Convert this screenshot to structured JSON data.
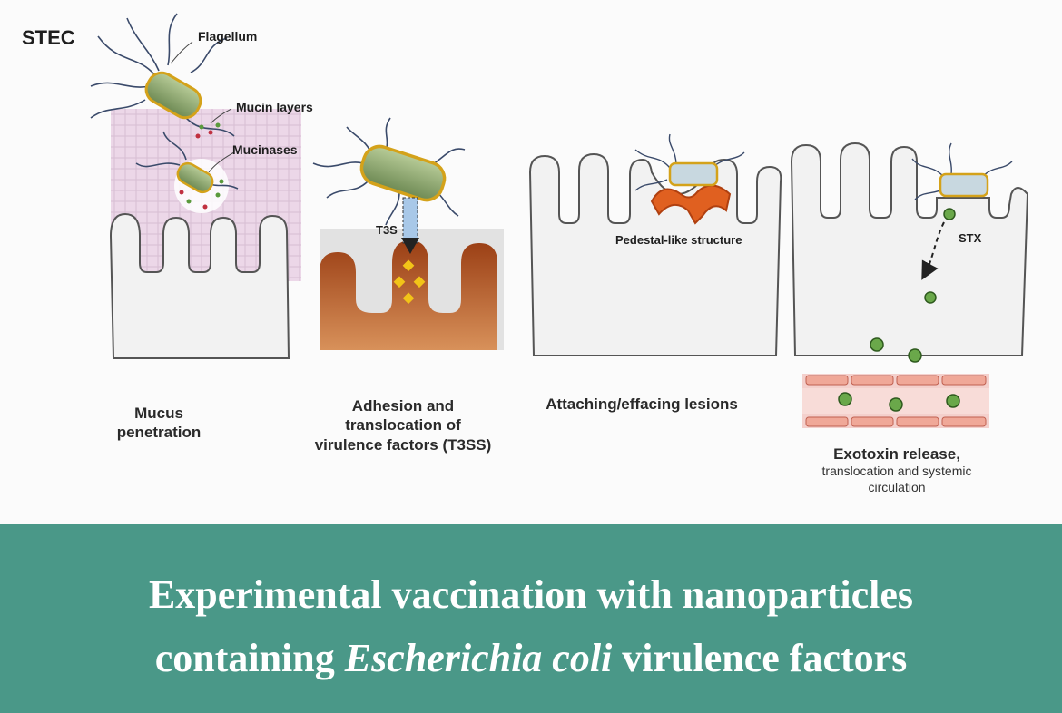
{
  "figure": {
    "organism_label": "STEC",
    "callouts": {
      "flagellum": "Flagellum",
      "mucin_layers": "Mucin layers",
      "mucinases": "Mucinases",
      "t3s": "T3S",
      "pedestal": "Pedestal-like structure",
      "stx": "STX"
    },
    "stages": [
      {
        "line1": "Mucus",
        "line2": "penetration"
      },
      {
        "line1": "Adhesion and",
        "line2": "translocation of",
        "line3": "virulence factors (T3SS)"
      },
      {
        "line1": "Attaching/effacing lesions"
      },
      {
        "line1": "Exotoxin release,",
        "line2": "translocation and systemic",
        "line3": "circulation"
      }
    ],
    "colors": {
      "bacterium": "#8fa870",
      "bacterium_outline": "#d4a21a",
      "flagella": "#3a4a6a",
      "mucus": "#e6cde0",
      "tissue": "#b55a28",
      "toxin": "#5a9a3c",
      "vessel": "#e8a8a4"
    }
  },
  "banner": {
    "line1": "Experimental vaccination with  nanoparticles",
    "line2_pre": "containing ",
    "line2_italic": "Escherichia coli",
    "line2_post": " virulence factors",
    "background": "#4a9888",
    "text_color": "#ffffff"
  }
}
